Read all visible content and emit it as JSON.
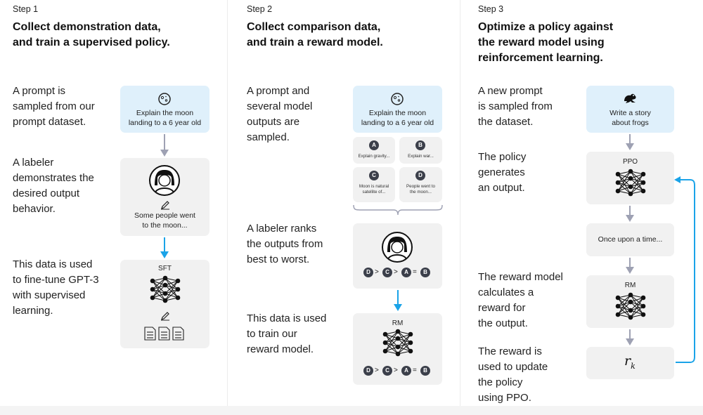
{
  "steps": [
    {
      "label": "Step 1",
      "title_lines": [
        "Collect demonstration data,",
        "and train a supervised policy."
      ],
      "descriptions": [
        [
          "A prompt is",
          "sampled from our",
          "prompt dataset."
        ],
        [
          "A labeler",
          "demonstrates the",
          "desired output",
          "behavior."
        ],
        [
          "This data is used",
          "to fine-tune GPT-3",
          "with supervised",
          "learning."
        ]
      ],
      "prompt_lines": [
        "Explain the moon",
        "landing to a 6 year old"
      ],
      "demo_lines": [
        "Some people went",
        "to the moon..."
      ],
      "model_label": "SFT"
    },
    {
      "label": "Step 2",
      "title_lines": [
        "Collect comparison data,",
        "and train a reward model."
      ],
      "descriptions": [
        [
          "A prompt and",
          "several model",
          "outputs are",
          "sampled."
        ],
        [
          "A labeler ranks",
          "the outputs from",
          "best to worst."
        ],
        [
          "This data is used",
          "to train our",
          "reward model."
        ]
      ],
      "prompt_lines": [
        "Explain the moon",
        "landing to a 6 year old"
      ],
      "outputs": [
        {
          "letter": "A",
          "lines": [
            "Explain gravity..."
          ]
        },
        {
          "letter": "B",
          "lines": [
            "Explain war..."
          ]
        },
        {
          "letter": "C",
          "lines": [
            "Moon is natural",
            "satellite of..."
          ]
        },
        {
          "letter": "D",
          "lines": [
            "People went to",
            "the moon..."
          ]
        }
      ],
      "ranking": [
        "D",
        ">",
        "C",
        ">",
        "A",
        "=",
        "B"
      ],
      "model_label": "RM"
    },
    {
      "label": "Step 3",
      "title_lines": [
        "Optimize a policy against",
        "the reward model using",
        "reinforcement learning."
      ],
      "descriptions": [
        [
          "A new prompt",
          "is sampled from",
          "the dataset."
        ],
        [
          "The policy",
          "generates",
          "an output."
        ],
        [
          "The reward model",
          "calculates a",
          "reward for",
          "the output."
        ],
        [
          "The reward is",
          "used to update",
          "the policy",
          "using PPO."
        ]
      ],
      "prompt_lines": [
        "Write a story",
        "about frogs"
      ],
      "policy_label": "PPO",
      "output_text": "Once upon a time...",
      "rm_label": "RM",
      "reward_symbol": "r",
      "reward_subscript": "k"
    }
  ],
  "colors": {
    "prompt_box": "#dff0fb",
    "grey_box": "#f1f1f1",
    "arrow_grey": "#9ea1b3",
    "arrow_blue": "#1aa3e8",
    "badge": "#3b3f4a"
  },
  "icons": [
    "moon-icon",
    "labeler-avatar-icon",
    "pencil-icon",
    "neural-network-icon",
    "document-icon",
    "frog-icon"
  ]
}
